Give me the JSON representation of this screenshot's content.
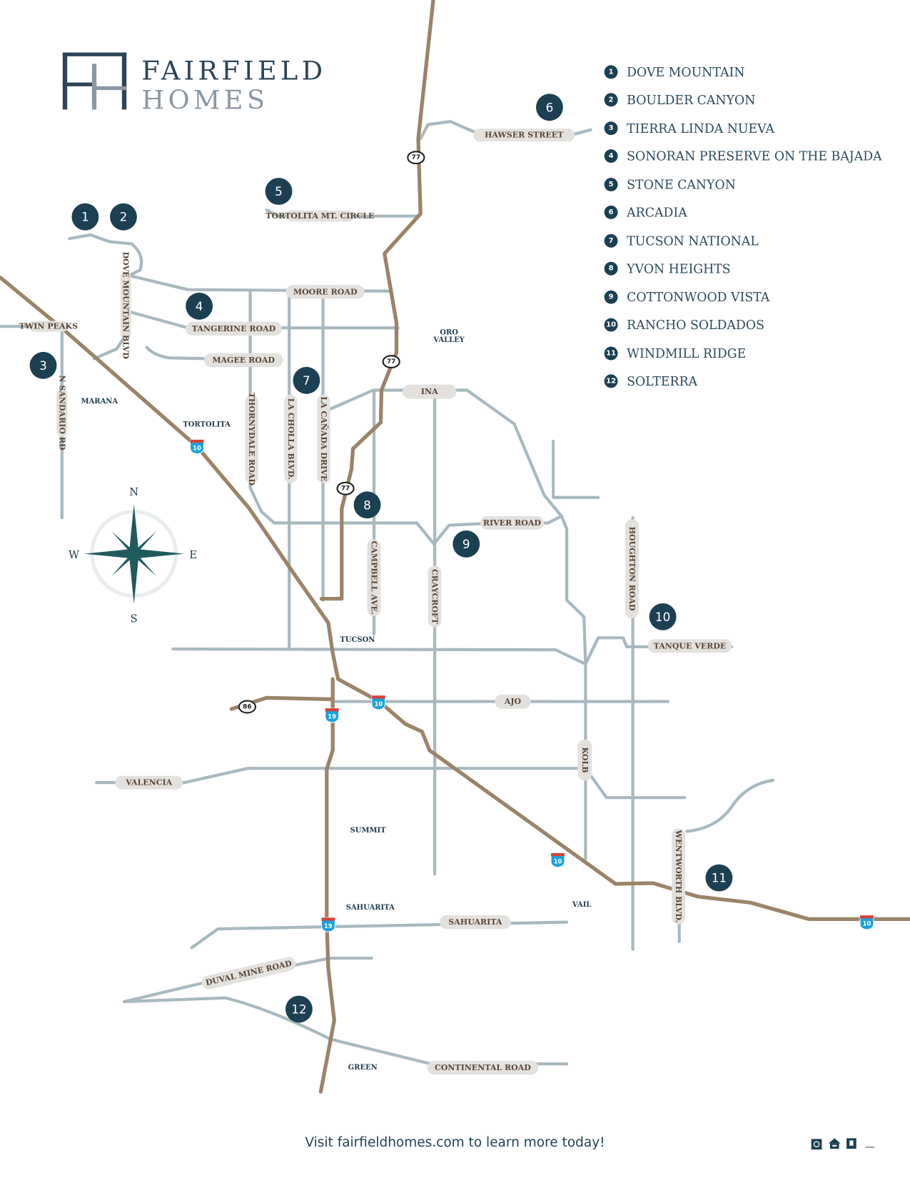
{
  "logo": {
    "mark": "FH",
    "line1": "FAIRFIELD",
    "line2": "HOMES",
    "colors": {
      "dark": "#2c4556",
      "light": "#8b97a4"
    }
  },
  "legend": [
    {
      "number": "1",
      "name": "DOVE MOUNTAIN"
    },
    {
      "number": "2",
      "name": "BOULDER CANYON"
    },
    {
      "number": "3",
      "name": "TIERRA LINDA NUEVA"
    },
    {
      "number": "4",
      "name": "SONORAN PRESERVE ON THE BAJADA"
    },
    {
      "number": "5",
      "name": "STONE CANYON"
    },
    {
      "number": "6",
      "name": "ARCADIA"
    },
    {
      "number": "7",
      "name": "TUCSON NATIONAL"
    },
    {
      "number": "8",
      "name": "YVON HEIGHTS"
    },
    {
      "number": "9",
      "name": "COTTONWOOD VISTA"
    },
    {
      "number": "10",
      "name": "RANCHO SOLDADOS"
    },
    {
      "number": "11",
      "name": "WINDMILL RIDGE"
    },
    {
      "number": "12",
      "name": "SOLTERRA"
    }
  ],
  "road_labels": [
    "MOORE ROAD",
    "TANGERINE ROAD",
    "MAGEE ROAD",
    "HAWSER STREET",
    "TORTOLITA MT. CIRCLE",
    "TWIN PEAKS",
    "INA",
    "RIVER ROAD",
    "TANQUE VERDE",
    "AJO",
    "VALENCIA",
    "SAHUARITA",
    "CONTINENTAL ROAD",
    "DUVAL MINE ROAD",
    "DOVE MOUNTAIN BLVD",
    "N SANDARIO RD",
    "THORNYDALE ROAD",
    "LA CHOLLA BLVD.",
    "LA CAÑADA DRIVE",
    "CAMPBELL AVE.",
    "CRAYCROFT",
    "HOUGHTON ROAD",
    "KOLB",
    "WENTWORTH BLVD."
  ],
  "place_labels": [
    "ORO VALLEY",
    "MARANA",
    "TORTOLITA",
    "TUCSON",
    "SUMMIT",
    "SAHUARITA",
    "VAIL",
    "GREEN"
  ],
  "highway_shields": {
    "state": [
      "77",
      "77",
      "77",
      "86"
    ],
    "interstate": [
      "10",
      "10",
      "10",
      "10",
      "19",
      "19"
    ]
  },
  "compass": {
    "n": "N",
    "s": "S",
    "e": "E",
    "w": "W"
  },
  "colors": {
    "marker": "#1c3f52",
    "road": "#a8b8bf",
    "highway": "#9a8468",
    "compass": "#1f5a5e",
    "interstate_blue": "#1aa3dc",
    "interstate_red": "#d8403a"
  },
  "footer": {
    "text": "Visit fairfieldhomes.com to learn more today!"
  },
  "badges": [
    "accessibility-icon",
    "equal-housing-icon",
    "realtor-icon"
  ]
}
